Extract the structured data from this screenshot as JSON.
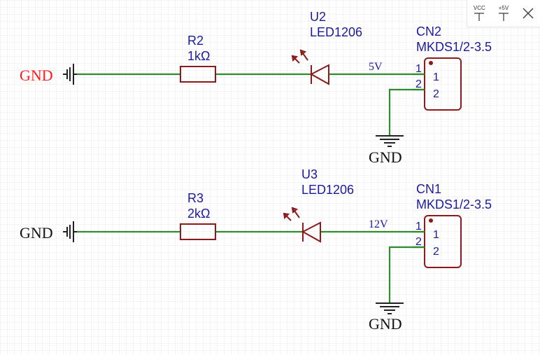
{
  "toolbar": {
    "vcc_label": "VCC",
    "plus5v_label": "+5V",
    "close_icon": "close-icon"
  },
  "top": {
    "gnd_left": "GND",
    "r_ref": "R2",
    "r_value": "1kΩ",
    "led_ref": "U2",
    "led_value": "LED1206",
    "net": "5V",
    "cn_ref": "CN2",
    "cn_value": "MKDS1/2-3.5",
    "pin_outer_1": "1",
    "pin_outer_2": "2",
    "pin_inner_1": "1",
    "pin_inner_2": "2",
    "gnd_bottom": "GND"
  },
  "bottom": {
    "gnd_left": "GND",
    "r_ref": "R3",
    "r_value": "2kΩ",
    "led_ref": "U3",
    "led_value": "LED1206",
    "net": "12V",
    "cn_ref": "CN1",
    "cn_value": "MKDS1/2-3.5",
    "pin_outer_1": "1",
    "pin_outer_2": "2",
    "pin_inner_1": "1",
    "pin_inner_2": "2",
    "gnd_bottom": "GND"
  },
  "colors": {
    "wire": "#2e8b2e",
    "part": "#8b1a1a",
    "label": "#1a1aa0",
    "gnd_selected": "#ff1a1a",
    "grid": "#e8e8e8"
  }
}
